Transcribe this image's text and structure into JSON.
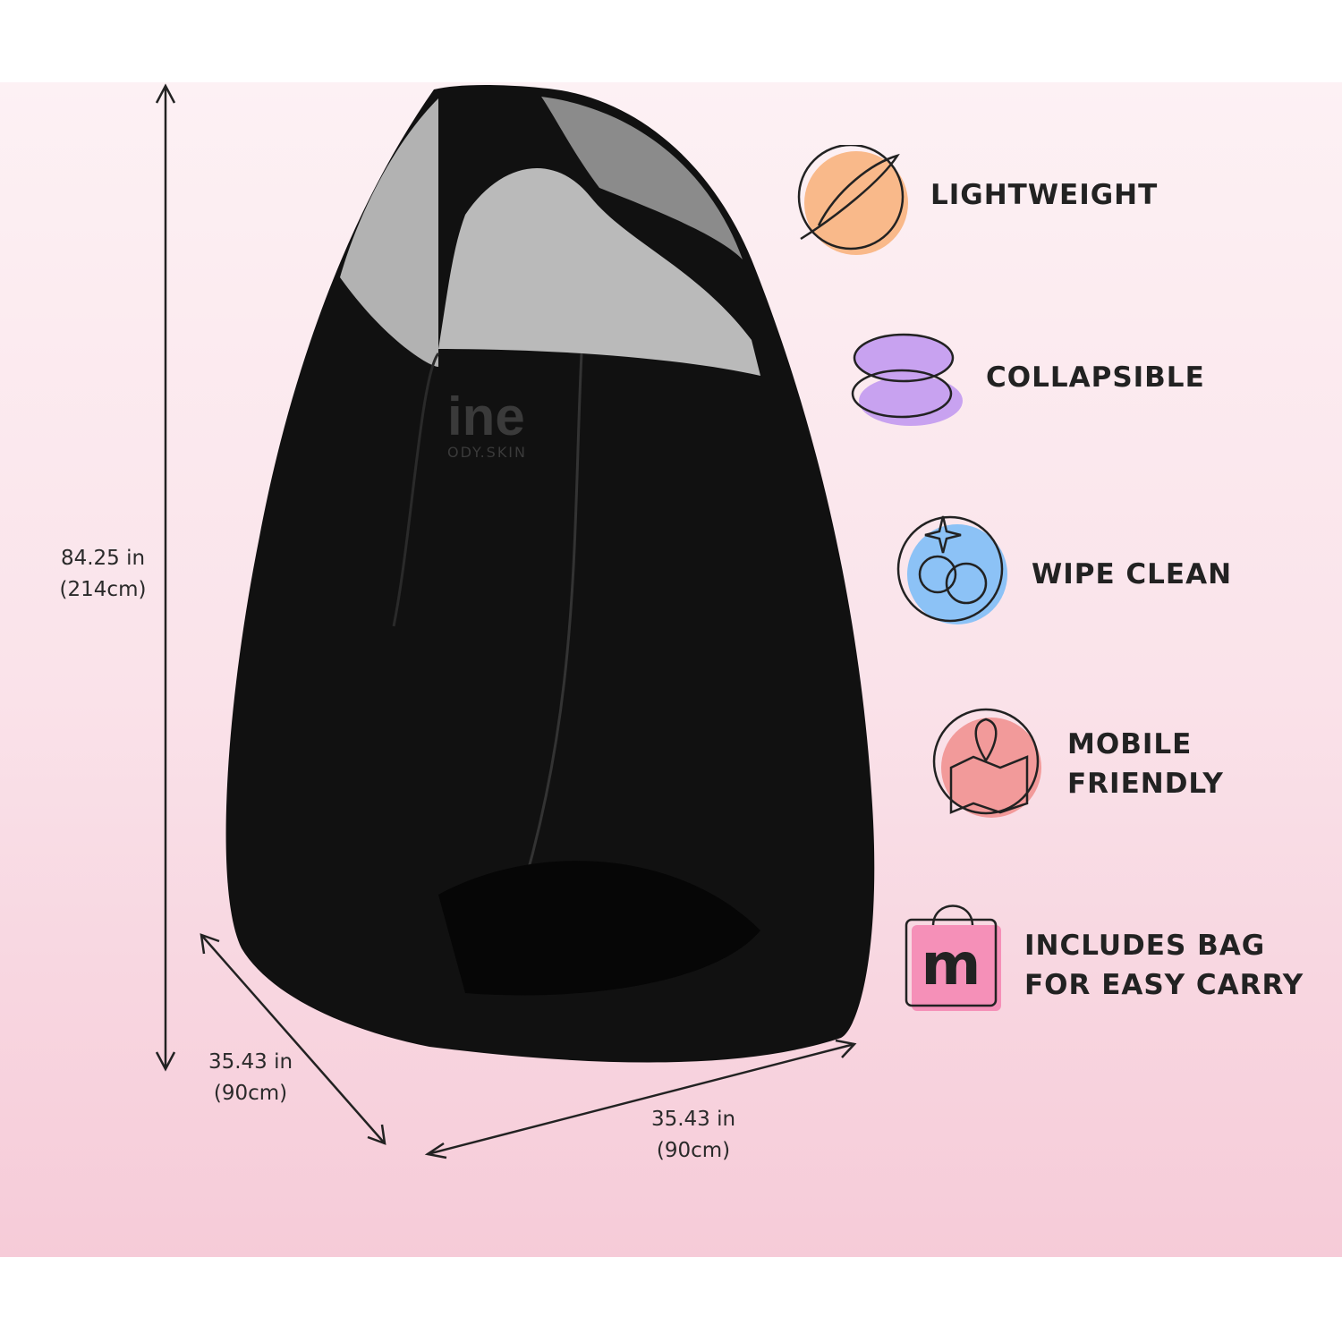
{
  "dimensions": {
    "height": {
      "imperial": "84.25 in",
      "metric": "(214cm)"
    },
    "depth": {
      "imperial": "35.43 in",
      "metric": "(90cm)"
    },
    "width": {
      "imperial": "35.43 in",
      "metric": "(90cm)"
    }
  },
  "logo": {
    "mark": "ine",
    "sub": "ODY.SKIN"
  },
  "features": [
    {
      "label": "LIGHTWEIGHT",
      "icon": "feather-icon",
      "color": "#f9b98a"
    },
    {
      "label": "COLLAPSIBLE",
      "icon": "collapsed-discs-icon",
      "color": "#c8a2f0"
    },
    {
      "label": "WIPE CLEAN",
      "icon": "bubbles-sparkle-icon",
      "color": "#8cc2f6"
    },
    {
      "label_line1": "MOBILE",
      "label_line2": "FRIENDLY",
      "icon": "map-pin-icon",
      "color": "#f29a9a"
    },
    {
      "label_line1": "INCLUDES BAG",
      "label_line2": "FOR EASY CARRY",
      "icon": "shopping-bag-icon",
      "color": "#f590b8"
    }
  ]
}
